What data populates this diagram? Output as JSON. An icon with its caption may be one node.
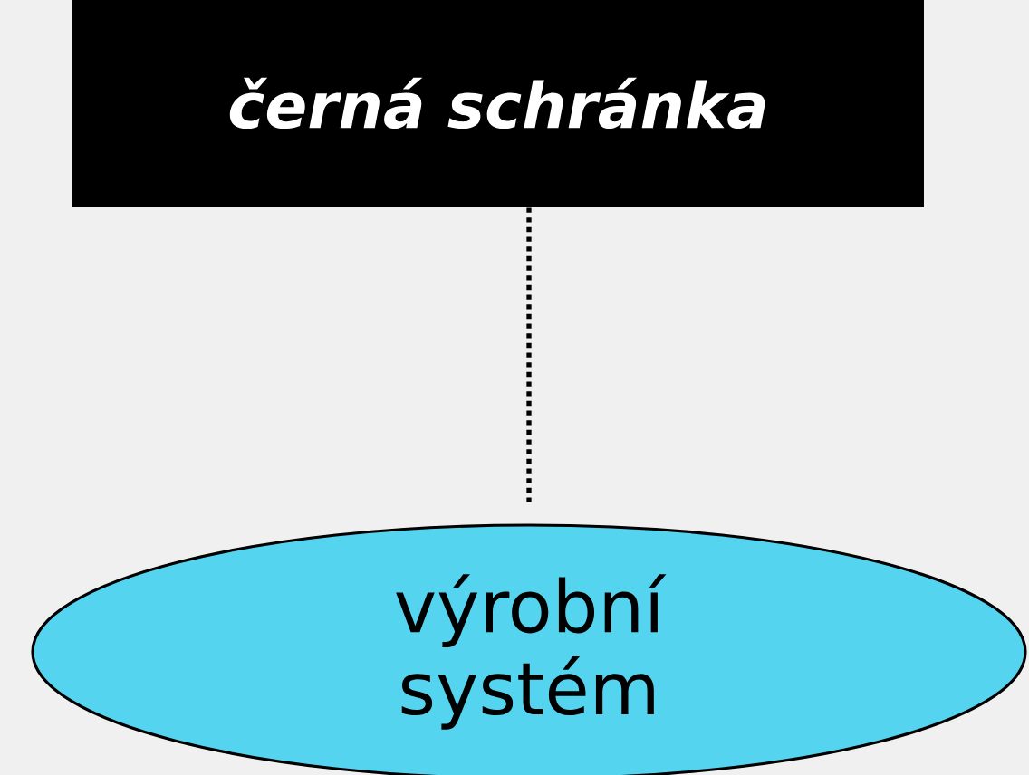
{
  "diagram": {
    "nodes": [
      {
        "text": [
          "černá schránka"
        ]
      },
      {
        "text": [
          "výrobní systém"
        ]
      }
    ],
    "edges": [
      {
        "from": 0,
        "to": 1,
        "arrow": "none",
        "style": "dashed"
      }
    ]
  }
}
